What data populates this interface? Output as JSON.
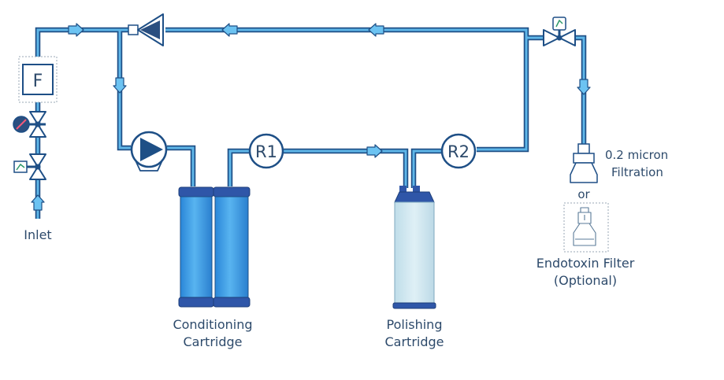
{
  "labels": {
    "filter_box": "F",
    "inlet": "Inlet",
    "r1": "R1",
    "r2": "R2",
    "conditioning_1": "Conditioning",
    "conditioning_2": "Cartridge",
    "polishing_1": "Polishing",
    "polishing_2": "Cartridge",
    "micron_1": "0.2 micron",
    "micron_2": "Filtration",
    "or": "or",
    "endotoxin_1": "Endotoxin Filter",
    "endotoxin_2": "(Optional)"
  },
  "colors": {
    "pipe_fill": "#5fb6e8",
    "pipe_outline": "#1e4f86",
    "flow_arrow": "#6cc3f2",
    "cartridge_blue": "#2f8fe0",
    "cartridge_cap": "#2f56a8",
    "polish_body": "#cfe6ef",
    "text": "#2d4a6b"
  }
}
